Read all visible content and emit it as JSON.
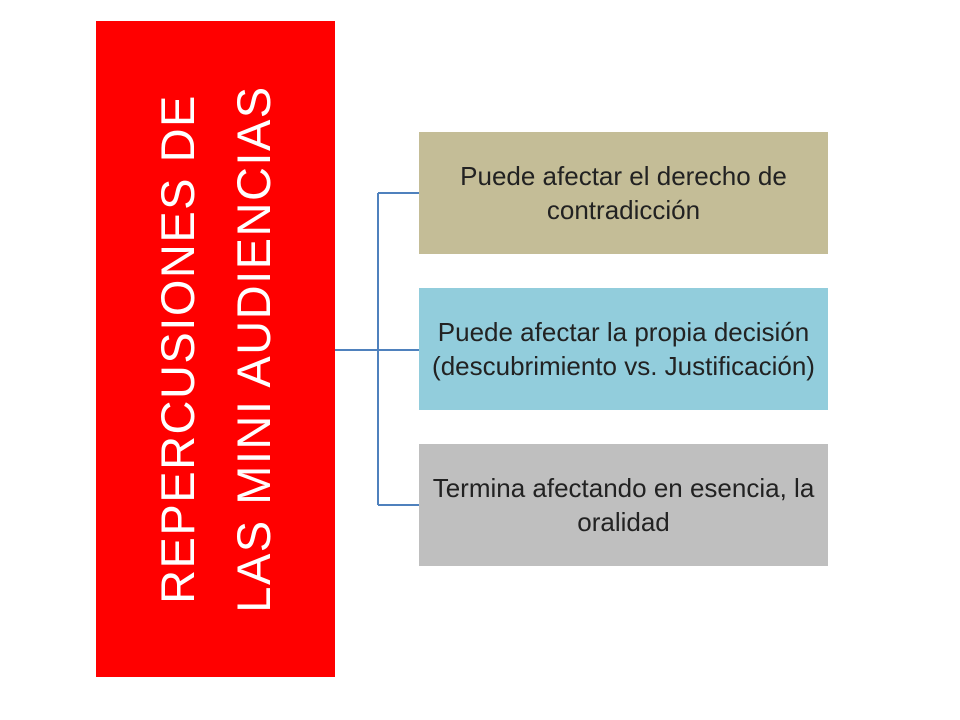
{
  "diagram": {
    "title": {
      "line1": "REPERCUSIONES DE",
      "line2": "LAS MINI AUDIENCIAS"
    },
    "items": [
      {
        "text": "Puede afectar el derecho de contradicción"
      },
      {
        "text": "Puede afectar la propia decisión (descubrimiento vs. Justificación)"
      },
      {
        "text": "Termina afectando en esencia, la oralidad"
      }
    ]
  },
  "colors": {
    "title_background": "#ff0000",
    "title_text": "#ffffff",
    "item_1_background": "#c4bd97",
    "item_2_background": "#92cddc",
    "item_3_background": "#bfbfbf",
    "connector": "#4f81bd"
  }
}
